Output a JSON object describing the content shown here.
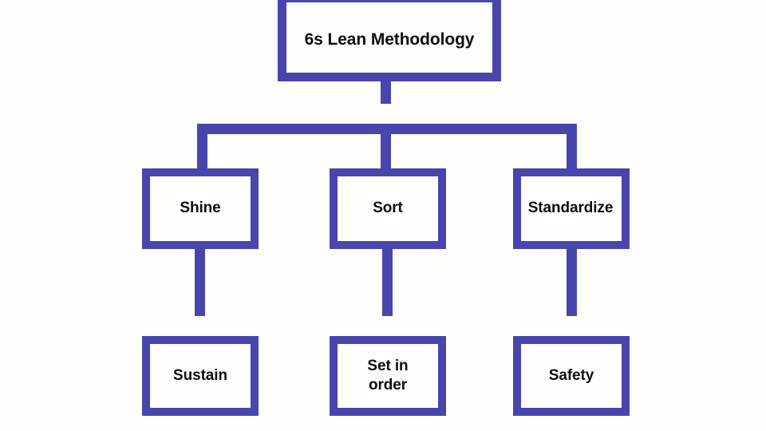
{
  "diagram": {
    "type": "hierarchy-tree",
    "title": "6s Lean Methodology",
    "colors": {
      "accent": "#4a45ad",
      "background": "#fdfffc",
      "text": "#0d0d0d"
    },
    "root": {
      "label": "6s Lean Methodology"
    },
    "tier2": [
      {
        "label": "Shine"
      },
      {
        "label": "Sort"
      },
      {
        "label": "Standardize"
      }
    ],
    "tier3": [
      {
        "label": "Sustain"
      },
      {
        "label": "Set in\norder"
      },
      {
        "label": "Safety"
      }
    ]
  }
}
